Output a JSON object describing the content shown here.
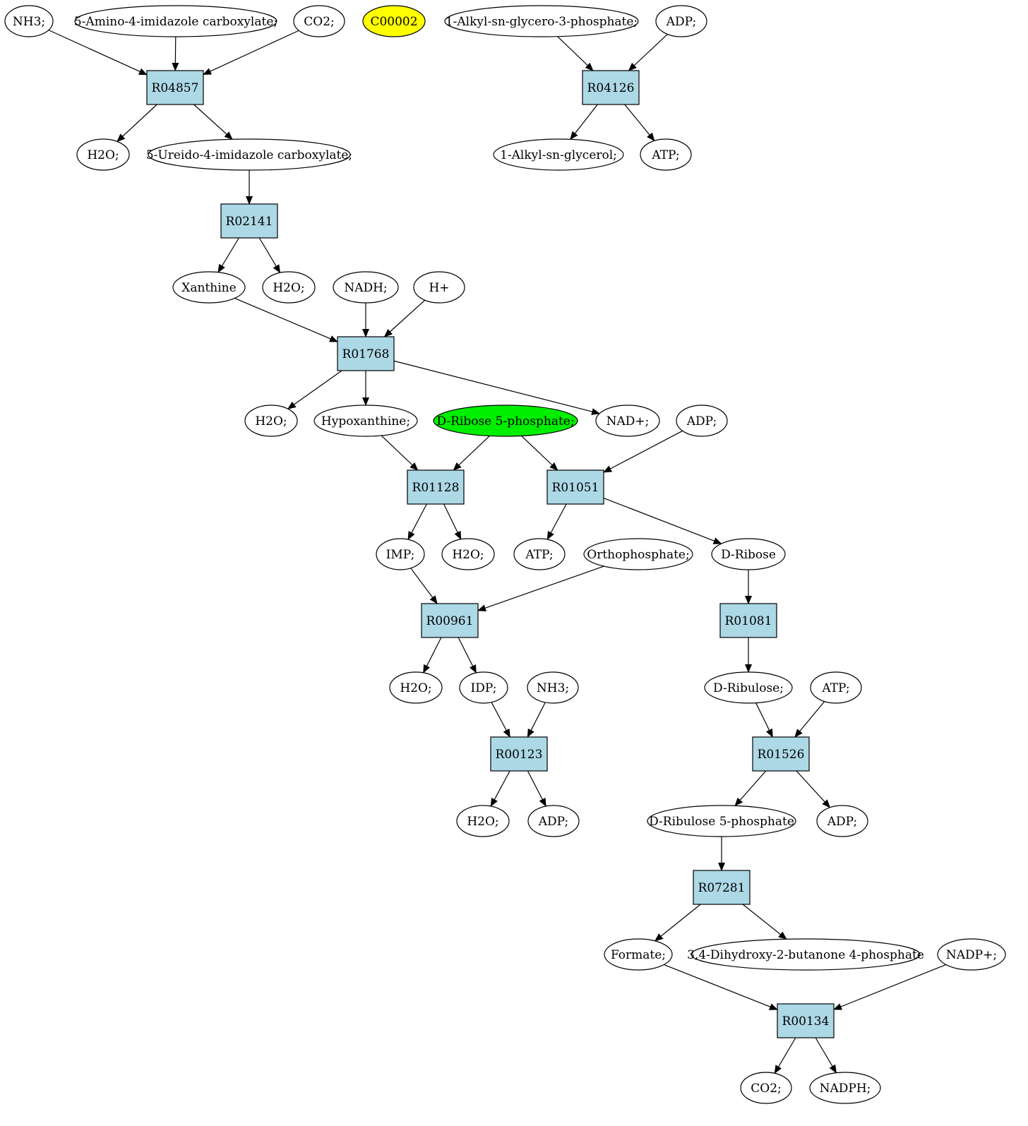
{
  "colors": {
    "reaction_fill": "#add8e6",
    "metabolite_fill": "#ffffff",
    "start_fill": "#00ee00",
    "highlight_fill": "#ffff00",
    "stroke": "#000000"
  },
  "nodes": [
    {
      "id": "m_nh3_a",
      "label": "NH3;",
      "type": "metabolite"
    },
    {
      "id": "m_aica",
      "label": "5-Amino-4-imidazole carboxylate;",
      "type": "metabolite"
    },
    {
      "id": "m_co2_a",
      "label": "CO2;",
      "type": "metabolite"
    },
    {
      "id": "m_c00002",
      "label": "C00002",
      "type": "metabolite",
      "highlight": "yellow"
    },
    {
      "id": "m_alkylg3p",
      "label": "1-Alkyl-sn-glycero-3-phosphate;",
      "type": "metabolite"
    },
    {
      "id": "m_adp_a",
      "label": "ADP;",
      "type": "metabolite"
    },
    {
      "id": "r_R04857",
      "label": "R04857",
      "type": "reaction"
    },
    {
      "id": "r_R04126",
      "label": "R04126",
      "type": "reaction"
    },
    {
      "id": "m_h2o_a",
      "label": "H2O;",
      "type": "metabolite"
    },
    {
      "id": "m_uica",
      "label": "5-Ureido-4-imidazole carboxylate;",
      "type": "metabolite"
    },
    {
      "id": "m_alkylg",
      "label": "1-Alkyl-sn-glycerol;",
      "type": "metabolite"
    },
    {
      "id": "m_atp_a",
      "label": "ATP;",
      "type": "metabolite"
    },
    {
      "id": "r_R02141",
      "label": "R02141",
      "type": "reaction"
    },
    {
      "id": "m_xanthine",
      "label": "Xanthine",
      "type": "metabolite"
    },
    {
      "id": "m_h2o_b",
      "label": "H2O;",
      "type": "metabolite"
    },
    {
      "id": "m_nadh",
      "label": "NADH;",
      "type": "metabolite"
    },
    {
      "id": "m_hplus",
      "label": "H+",
      "type": "metabolite"
    },
    {
      "id": "r_R01768",
      "label": "R01768",
      "type": "reaction"
    },
    {
      "id": "m_h2o_c",
      "label": "H2O;",
      "type": "metabolite"
    },
    {
      "id": "m_hypox",
      "label": "Hypoxanthine;",
      "type": "metabolite"
    },
    {
      "id": "m_r5p",
      "label": "D-Ribose 5-phosphate;",
      "type": "metabolite",
      "highlight": "green"
    },
    {
      "id": "m_nad",
      "label": "NAD+;",
      "type": "metabolite"
    },
    {
      "id": "m_adp_b",
      "label": "ADP;",
      "type": "metabolite"
    },
    {
      "id": "r_R01128",
      "label": "R01128",
      "type": "reaction"
    },
    {
      "id": "r_R01051",
      "label": "R01051",
      "type": "reaction"
    },
    {
      "id": "m_imp",
      "label": "IMP;",
      "type": "metabolite"
    },
    {
      "id": "m_h2o_d",
      "label": "H2O;",
      "type": "metabolite"
    },
    {
      "id": "m_atp_b",
      "label": "ATP;",
      "type": "metabolite"
    },
    {
      "id": "m_ortho",
      "label": "Orthophosphate;",
      "type": "metabolite"
    },
    {
      "id": "m_dribose",
      "label": "D-Ribose",
      "type": "metabolite"
    },
    {
      "id": "r_R00961",
      "label": "R00961",
      "type": "reaction"
    },
    {
      "id": "r_R01081",
      "label": "R01081",
      "type": "reaction"
    },
    {
      "id": "m_h2o_e",
      "label": "H2O;",
      "type": "metabolite"
    },
    {
      "id": "m_idp",
      "label": "IDP;",
      "type": "metabolite"
    },
    {
      "id": "m_nh3_b",
      "label": "NH3;",
      "type": "metabolite"
    },
    {
      "id": "m_dribulose",
      "label": "D-Ribulose;",
      "type": "metabolite"
    },
    {
      "id": "m_atp_c",
      "label": "ATP;",
      "type": "metabolite"
    },
    {
      "id": "r_R00123",
      "label": "R00123",
      "type": "reaction"
    },
    {
      "id": "r_R01526",
      "label": "R01526",
      "type": "reaction"
    },
    {
      "id": "m_h2o_f",
      "label": "H2O;",
      "type": "metabolite"
    },
    {
      "id": "m_adp_c",
      "label": "ADP;",
      "type": "metabolite"
    },
    {
      "id": "m_ru5p",
      "label": "D-Ribulose 5-phosphate",
      "type": "metabolite"
    },
    {
      "id": "m_adp_d",
      "label": "ADP;",
      "type": "metabolite"
    },
    {
      "id": "r_R07281",
      "label": "R07281",
      "type": "reaction"
    },
    {
      "id": "m_formate",
      "label": "Formate;",
      "type": "metabolite"
    },
    {
      "id": "m_dhbp",
      "label": "3,4-Dihydroxy-2-butanone 4-phosphate",
      "type": "metabolite"
    },
    {
      "id": "m_nadp",
      "label": "NADP+;",
      "type": "metabolite"
    },
    {
      "id": "r_R00134",
      "label": "R00134",
      "type": "reaction"
    },
    {
      "id": "m_co2_b",
      "label": "CO2;",
      "type": "metabolite"
    },
    {
      "id": "m_nadph",
      "label": "NADPH;",
      "type": "metabolite"
    }
  ],
  "edges": [
    [
      "m_nh3_a",
      "r_R04857"
    ],
    [
      "m_aica",
      "r_R04857"
    ],
    [
      "m_co2_a",
      "r_R04857"
    ],
    [
      "r_R04857",
      "m_h2o_a"
    ],
    [
      "r_R04857",
      "m_uica"
    ],
    [
      "m_alkylg3p",
      "r_R04126"
    ],
    [
      "m_adp_a",
      "r_R04126"
    ],
    [
      "r_R04126",
      "m_alkylg"
    ],
    [
      "r_R04126",
      "m_atp_a"
    ],
    [
      "m_uica",
      "r_R02141"
    ],
    [
      "r_R02141",
      "m_xanthine"
    ],
    [
      "r_R02141",
      "m_h2o_b"
    ],
    [
      "m_xanthine",
      "r_R01768"
    ],
    [
      "m_nadh",
      "r_R01768"
    ],
    [
      "m_hplus",
      "r_R01768"
    ],
    [
      "r_R01768",
      "m_h2o_c"
    ],
    [
      "r_R01768",
      "m_hypox"
    ],
    [
      "r_R01768",
      "m_nad"
    ],
    [
      "m_hypox",
      "r_R01128"
    ],
    [
      "m_r5p",
      "r_R01128"
    ],
    [
      "m_r5p",
      "r_R01051"
    ],
    [
      "m_adp_b",
      "r_R01051"
    ],
    [
      "r_R01128",
      "m_imp"
    ],
    [
      "r_R01128",
      "m_h2o_d"
    ],
    [
      "r_R01051",
      "m_atp_b"
    ],
    [
      "r_R01051",
      "m_dribose"
    ],
    [
      "m_imp",
      "r_R00961"
    ],
    [
      "m_ortho",
      "r_R00961"
    ],
    [
      "r_R00961",
      "m_h2o_e"
    ],
    [
      "r_R00961",
      "m_idp"
    ],
    [
      "m_idp",
      "r_R00123"
    ],
    [
      "m_nh3_b",
      "r_R00123"
    ],
    [
      "r_R00123",
      "m_h2o_f"
    ],
    [
      "r_R00123",
      "m_adp_c"
    ],
    [
      "m_dribose",
      "r_R01081"
    ],
    [
      "r_R01081",
      "m_dribulose"
    ],
    [
      "m_dribulose",
      "r_R01526"
    ],
    [
      "m_atp_c",
      "r_R01526"
    ],
    [
      "r_R01526",
      "m_ru5p"
    ],
    [
      "r_R01526",
      "m_adp_d"
    ],
    [
      "m_ru5p",
      "r_R07281"
    ],
    [
      "r_R07281",
      "m_formate"
    ],
    [
      "r_R07281",
      "m_dhbp"
    ],
    [
      "m_formate",
      "r_R00134"
    ],
    [
      "m_nadp",
      "r_R00134"
    ],
    [
      "r_R00134",
      "m_co2_b"
    ],
    [
      "r_R00134",
      "m_nadph"
    ]
  ]
}
